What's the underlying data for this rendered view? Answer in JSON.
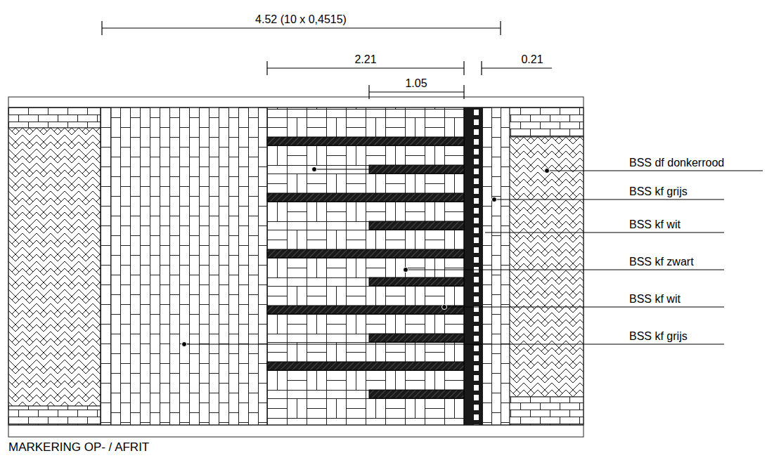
{
  "diagram": {
    "caption": "MARKERING OP- / AFRIT",
    "labels": [
      "4.52 (10 x 0,4515)",
      "2.21",
      "1.05",
      "0.21",
      "BSS df donkerrood",
      "BSS kf grijs",
      "BSS kf wit",
      "BSS kf zwart",
      "BSS kf wit",
      "BSS kf grijs"
    ]
  }
}
